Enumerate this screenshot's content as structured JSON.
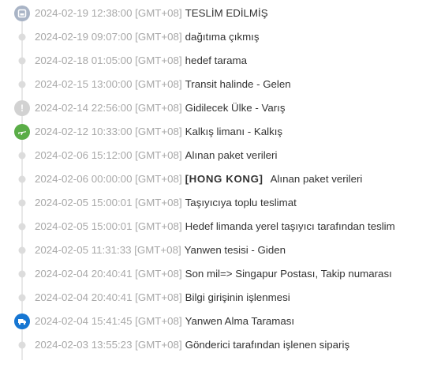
{
  "events": [
    {
      "time": "2024-02-19 12:38:00 [GMT+08]",
      "status": "TESLİM EDİLMİŞ",
      "icon": "delivered-icon"
    },
    {
      "time": "2024-02-19 09:07:00 [GMT+08]",
      "status": "dağıtıma çıkmış",
      "icon": "dot"
    },
    {
      "time": "2024-02-18 01:05:00 [GMT+08]",
      "status": "hedef tarama",
      "icon": "dot"
    },
    {
      "time": "2024-02-15 13:00:00 [GMT+08]",
      "status": "Transit halinde - Gelen",
      "icon": "dot"
    },
    {
      "time": "2024-02-14 22:56:00 [GMT+08]",
      "status": "Gidilecek Ülke - Varış",
      "icon": "exclamation-icon"
    },
    {
      "time": "2024-02-12 10:33:00 [GMT+08]",
      "status": "Kalkış limanı - Kalkış",
      "icon": "airplane-icon"
    },
    {
      "time": "2024-02-06 15:12:00 [GMT+08]",
      "status": "Alınan paket verileri",
      "icon": "dot"
    },
    {
      "time": "2024-02-06 00:00:00 [GMT+08]",
      "tag": "[HONG KONG]",
      "status": "Alınan paket verileri",
      "icon": "dot"
    },
    {
      "time": "2024-02-05 15:00:01 [GMT+08]",
      "status": "Taşıyıcıya toplu teslimat",
      "icon": "dot"
    },
    {
      "time": "2024-02-05 15:00:01 [GMT+08]",
      "status": "Hedef limanda yerel taşıyıcı tarafından teslim",
      "icon": "dot"
    },
    {
      "time": "2024-02-05 11:31:33 [GMT+08]",
      "status": "Yanwen tesisi - Giden",
      "icon": "dot"
    },
    {
      "time": "2024-02-04 20:40:41 [GMT+08]",
      "status": "Son mil=> Singapur Postası, Takip numarası",
      "icon": "dot"
    },
    {
      "time": "2024-02-04 20:40:41 [GMT+08]",
      "status": "Bilgi girişinin işlenmesi",
      "icon": "dot"
    },
    {
      "time": "2024-02-04 15:41:45 [GMT+08]",
      "status": "Yanwen Alma Taraması",
      "icon": "truck-icon"
    },
    {
      "time": "2024-02-03 13:55:23 [GMT+08]",
      "status": "Gönderici tarafından işlenen sipariş",
      "icon": "dot"
    }
  ],
  "colors": {
    "time": "#a8a8a8",
    "status": "#333333",
    "line": "#e8e8e8",
    "dot": "#dcdcdc",
    "delivered": "#a9b4c6",
    "exclamation": "#d2d2d2",
    "airplane": "#5aad47",
    "truck": "#1676d2"
  }
}
